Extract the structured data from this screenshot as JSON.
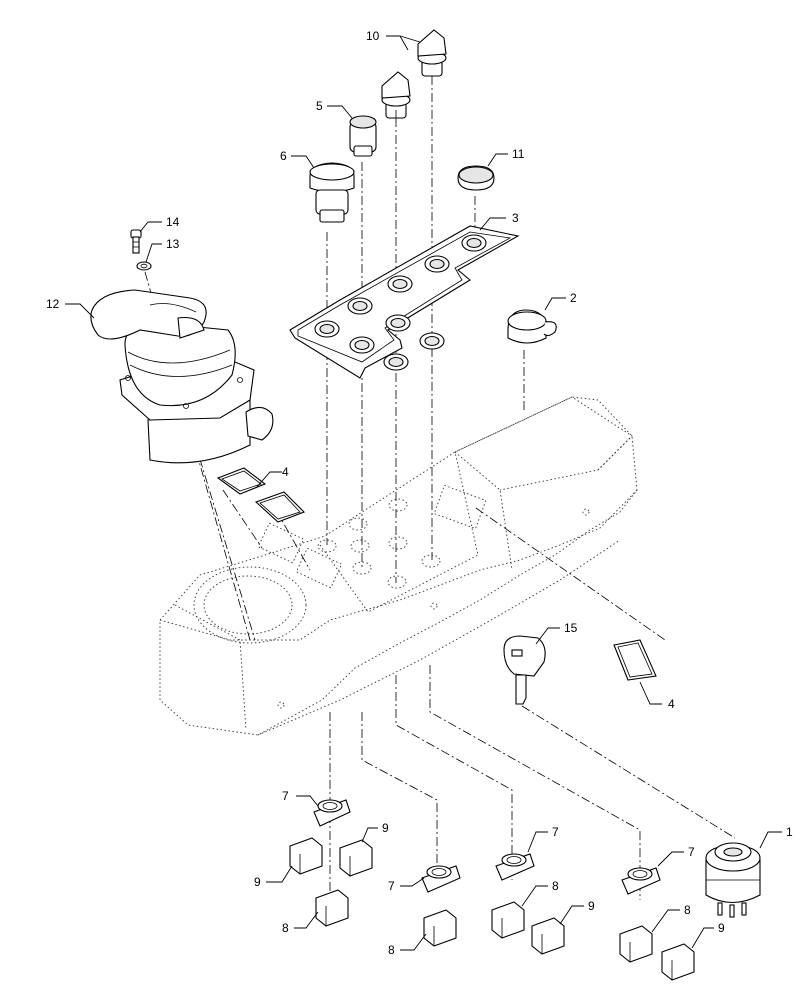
{
  "callouts": {
    "c1": "1",
    "c2": "2",
    "c3": "3",
    "c4a": "4",
    "c4b": "4",
    "c5": "5",
    "c6": "6",
    "c7a": "7",
    "c7b": "7",
    "c7c": "7",
    "c7d": "7",
    "c8a": "8",
    "c8b": "8",
    "c8c": "8",
    "c8d": "8",
    "c9a": "9",
    "c9b": "9",
    "c9c": "9",
    "c9d": "9",
    "c10": "10",
    "c11": "11",
    "c12": "12",
    "c13": "13",
    "c14": "14",
    "c15": "15"
  }
}
